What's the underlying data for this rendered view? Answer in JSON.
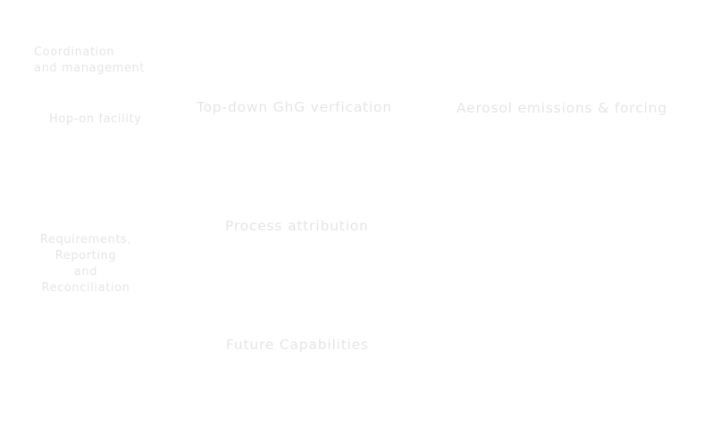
{
  "diagram": {
    "coordination": {
      "line1": "Coordination",
      "line2": "and management"
    },
    "hop_on": "Hop-on facility",
    "top_down": "Top-down GhG verfication",
    "aerosol": "Aerosol emissions & forcing",
    "process": "Process attribution",
    "requirements": {
      "line1": "Requirements,",
      "line2": "Reporting",
      "line3": "and",
      "line4": "Reconciliation"
    },
    "future": "Future Capabilities"
  },
  "colors": {
    "background": "#ffffff",
    "text": "#e6e6e6"
  }
}
